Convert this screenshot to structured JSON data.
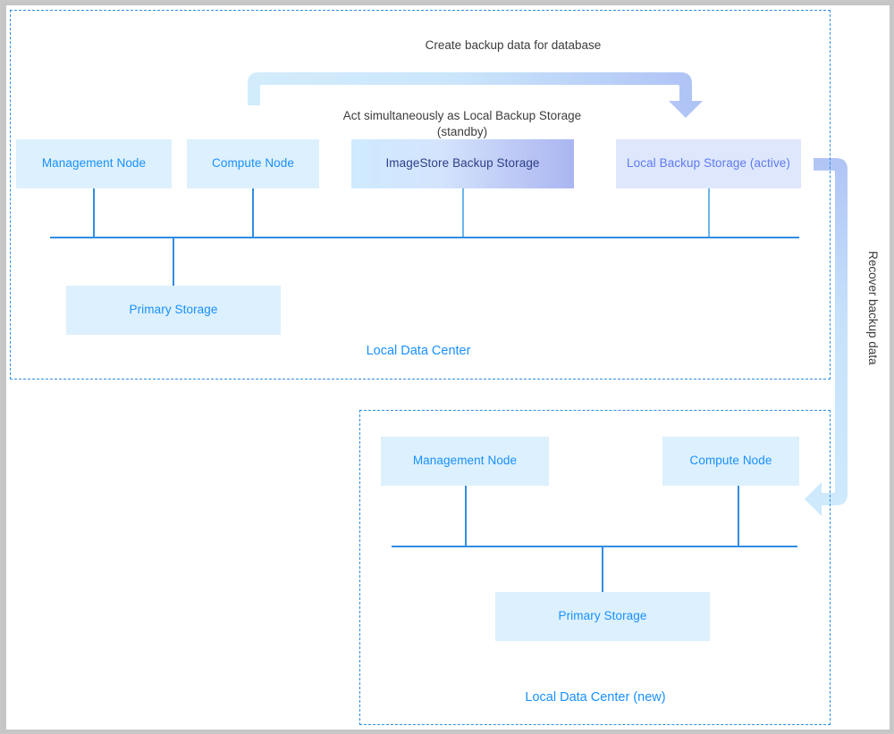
{
  "diagram": {
    "title_caption": "Create backup data for database",
    "standby_caption": "Act simultaneously as Local Backup Storage\n(standby)",
    "recover_caption": "Recover backup data",
    "colors": {
      "node_fill": "#ddf0fd",
      "node_text": "#1890ff",
      "gradient_start": "#cfeaff",
      "gradient_end": "#aab6f2",
      "gradient_text": "#2b3f86",
      "periwinkle_fill": "#dfe7fd",
      "periwinkle_text": "#5d7bf0",
      "line": "#2f8de4",
      "dashed_border": "#2f8de4",
      "arrow_light": "#cbe6fb",
      "arrow_blue": "#afc3f5",
      "caption_text": "#3c3c3c",
      "page_border": "#c6c6c6"
    },
    "top_datacenter": {
      "label": "Local Data Center",
      "nodes": [
        {
          "label": "Management Node",
          "style": "plain"
        },
        {
          "label": "Compute Node",
          "style": "plain"
        },
        {
          "label": "ImageStore Backup Storage",
          "style": "gradient"
        },
        {
          "label": "Local Backup Storage (active)",
          "style": "periwinkle"
        }
      ],
      "storage": {
        "label": "Primary Storage",
        "style": "plain"
      }
    },
    "bottom_datacenter": {
      "label": "Local Data Center (new)",
      "nodes": [
        {
          "label": "Management Node",
          "style": "plain"
        },
        {
          "label": "Compute Node",
          "style": "plain"
        }
      ],
      "storage": {
        "label": "Primary Storage",
        "style": "plain"
      }
    },
    "arrows": [
      {
        "name": "create-backup-arrow",
        "direction": "down"
      },
      {
        "name": "recover-backup-arrow",
        "direction": "left"
      }
    ]
  }
}
